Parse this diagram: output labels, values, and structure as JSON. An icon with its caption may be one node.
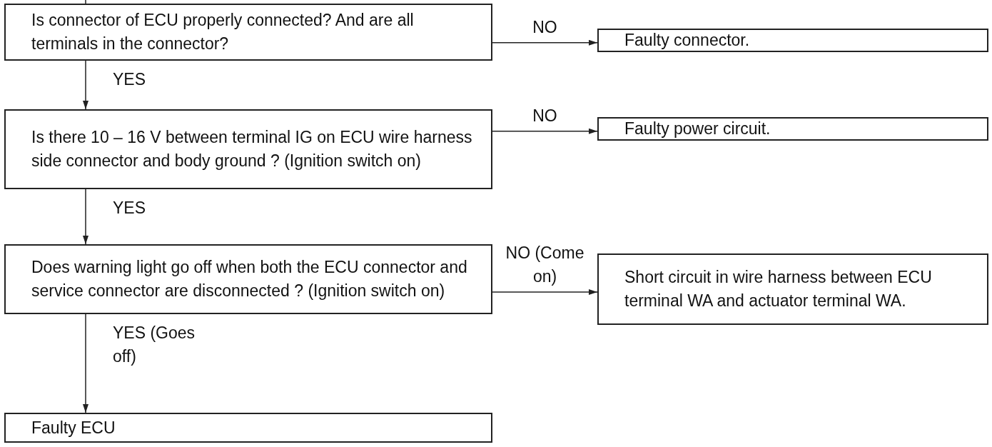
{
  "diagram": {
    "nodes": [
      {
        "text": [
          "Is connector of ECU properly connected? And are all terminals in the connector?"
        ]
      },
      {
        "text": [
          "Faulty connector."
        ]
      },
      {
        "text": [
          "Is there 10 – 16 V between terminal IG on ECU wire harness side connector and body ground ? (Ignition switch on)"
        ]
      },
      {
        "text": [
          "Faulty power circuit."
        ]
      },
      {
        "text": [
          "Does warning light go off when both the ECU connector and service connector are disconnected ? (Ignition switch on)"
        ]
      },
      {
        "text": [
          "Short circuit in wire harness between ECU terminal WA and actuator terminal WA."
        ]
      },
      {
        "text": [
          "Faulty ECU"
        ]
      }
    ],
    "edges": [
      {
        "from": null,
        "to": 0,
        "arrow": "none"
      },
      {
        "from": 0,
        "to": 1,
        "arrow": "to",
        "label": "NO"
      },
      {
        "from": 0,
        "to": 2,
        "arrow": "to",
        "label": "YES"
      },
      {
        "from": 2,
        "to": 3,
        "arrow": "to",
        "label": "NO"
      },
      {
        "from": 2,
        "to": 4,
        "arrow": "to",
        "label": "YES"
      },
      {
        "from": 4,
        "to": 5,
        "arrow": "to",
        "label": "NO (Come on)"
      },
      {
        "from": 4,
        "to": 6,
        "arrow": "to",
        "label": "YES (Goes off)"
      }
    ]
  }
}
